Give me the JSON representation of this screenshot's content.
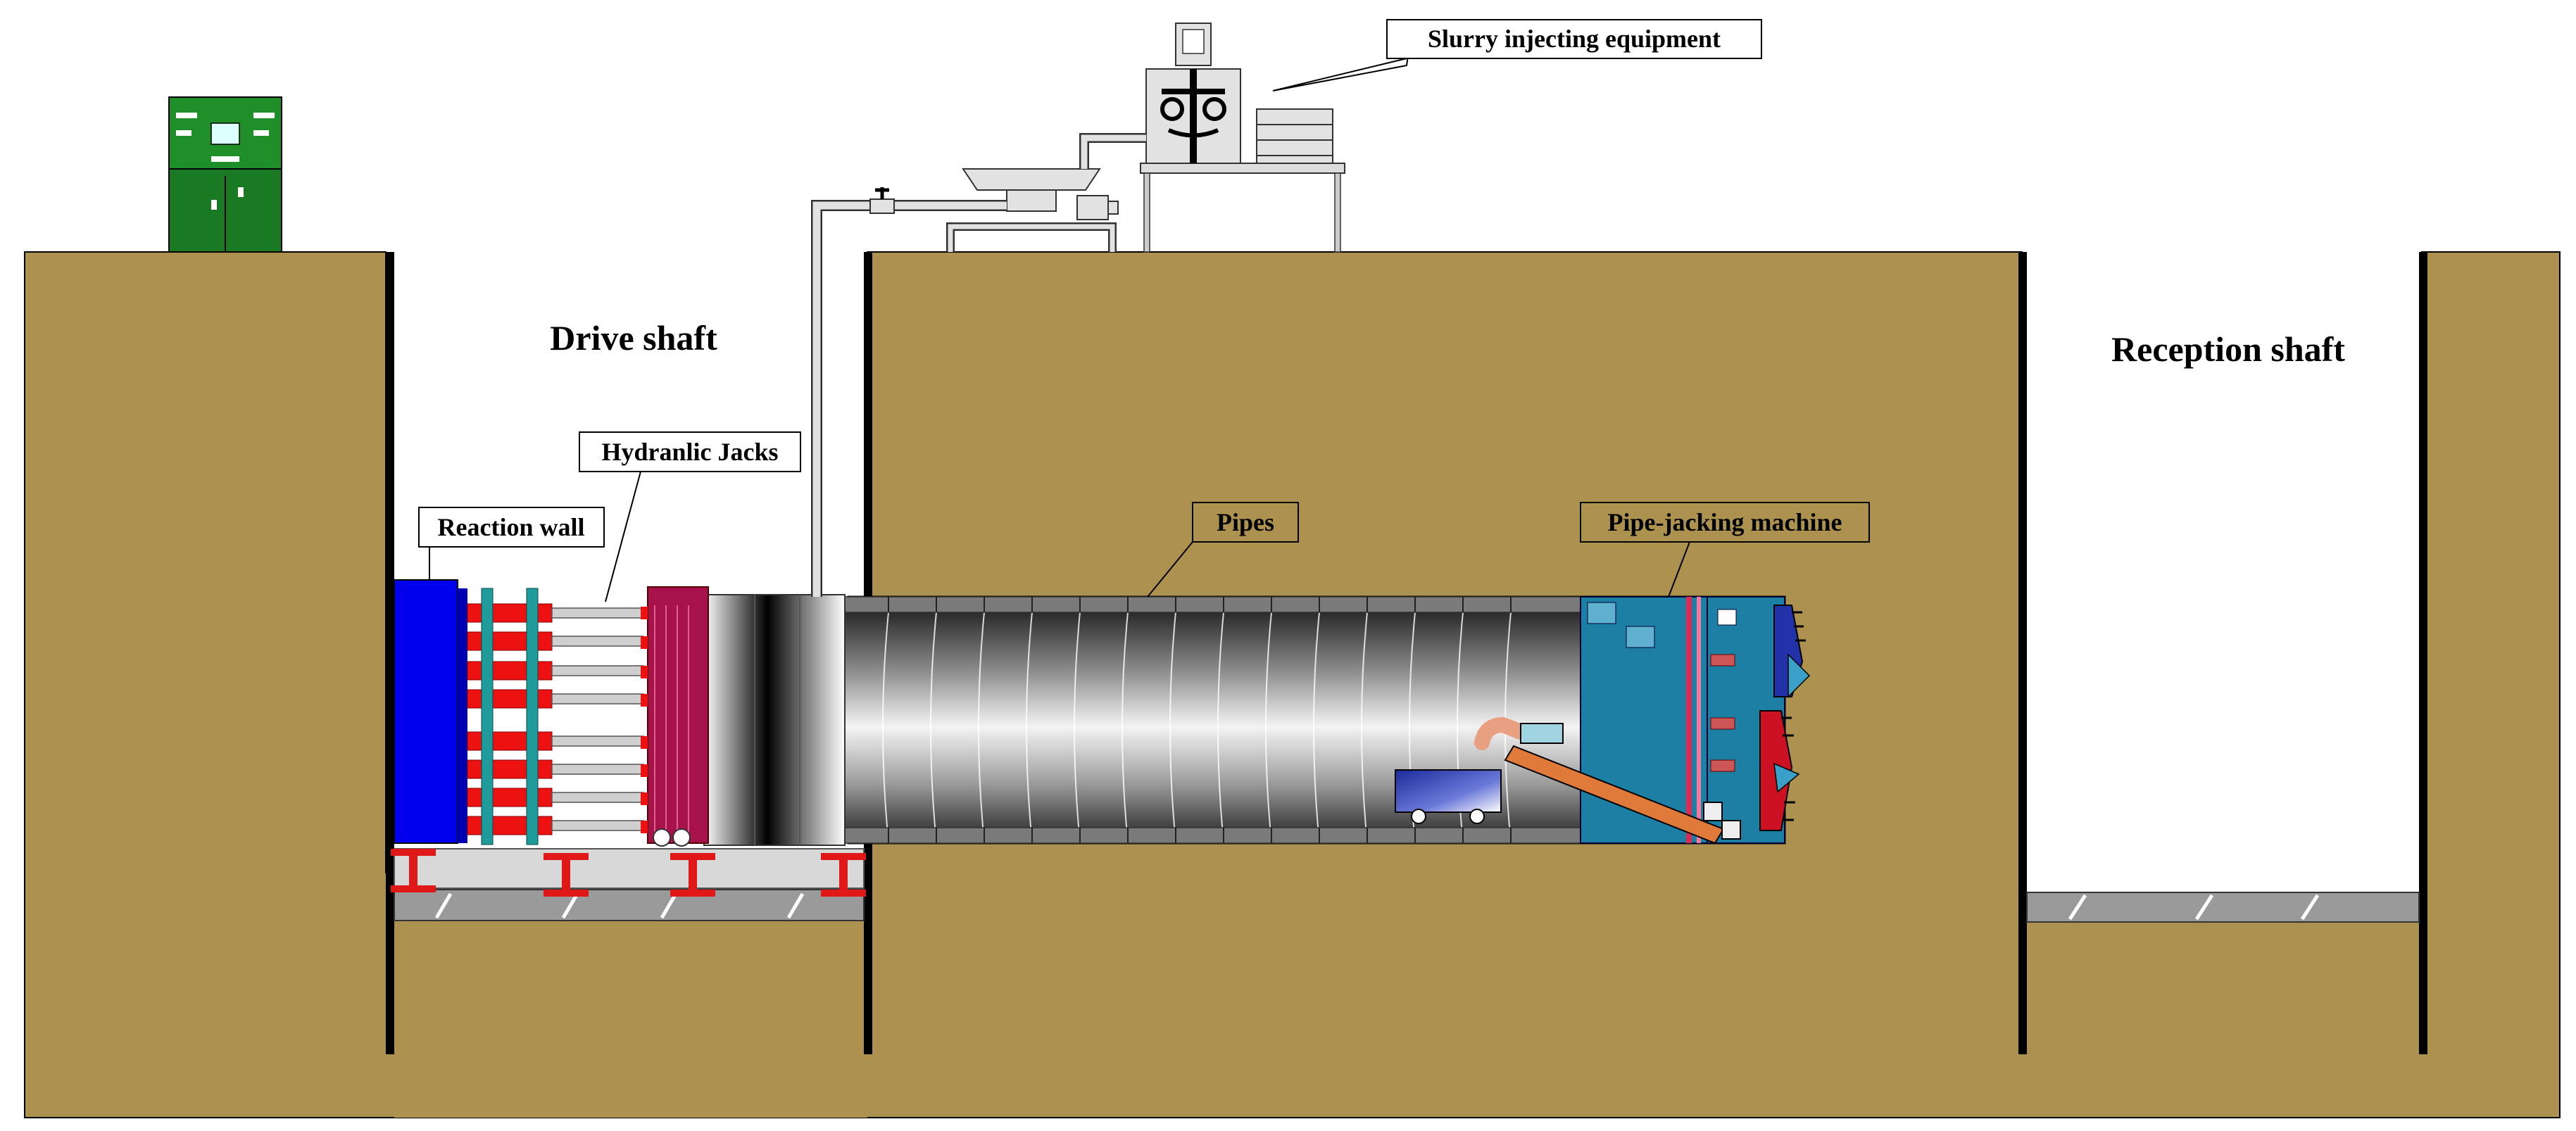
{
  "labels": {
    "drive_shaft": "Drive shaft",
    "reception_shaft": "Reception shaft",
    "slurry": "Slurry injecting equipment",
    "jacks": "Hydranlic Jacks",
    "reaction_wall": "Reaction wall",
    "pipes": "Pipes",
    "machine": "Pipe-jacking machine"
  },
  "colors": {
    "soil": "#ad914f",
    "wall": "#000000",
    "reaction_wall": "#0000ee",
    "jack_red": "#ee1111",
    "jack_teal": "#1f9b9b",
    "thrust_ring": "#a8124a",
    "machine_body": "#1c7fa3",
    "cutter_blue": "#2233aa",
    "cutter_red": "#cc1122",
    "control_cabinet": "#1f8f2a",
    "track": "#9a9a9a"
  },
  "icons": {
    "control_cabinet": "control-cabinet-icon",
    "slurry_unit": "slurry-unit-icon",
    "valve": "valve-icon"
  }
}
